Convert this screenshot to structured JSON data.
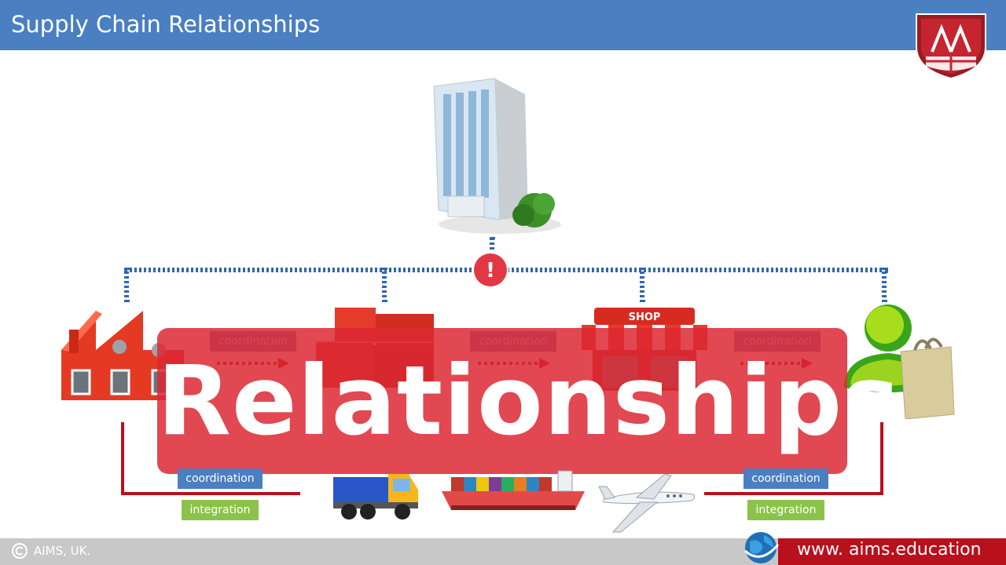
{
  "header": {
    "title": "Supply Chain Relationships"
  },
  "overlay": {
    "text": "Relationships"
  },
  "icons": {
    "shop_sign": "SHOP",
    "alert": "!"
  },
  "flow": {
    "top_labels": [
      "coordination",
      "coordination",
      "coordination"
    ],
    "bottom_left": {
      "coordination": "coordination",
      "integration": "integration"
    },
    "bottom_right": {
      "coordination": "coordination",
      "integration": "integration"
    }
  },
  "footer": {
    "copyright": "AIMS, UK.",
    "website": "www. aims.education"
  },
  "colors": {
    "header": "#4a7fc1",
    "accent_red": "#b8101c",
    "overlay": "#dc2832",
    "green": "#8bc34a"
  }
}
